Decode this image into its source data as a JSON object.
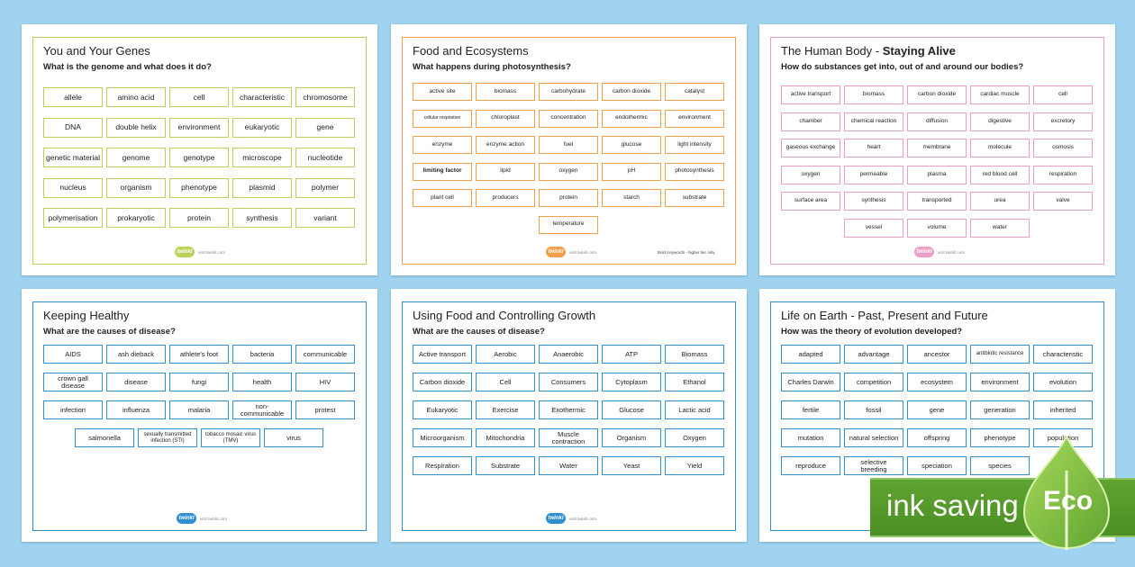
{
  "colors": {
    "background": "#9fd3ef",
    "green": "#b7d35a",
    "orange": "#f2a04b",
    "pink": "#ec9ec6",
    "blue": "#2f8fd1",
    "eco": "#5fa431"
  },
  "cards": [
    {
      "title": "You and Your Genes",
      "title_bold": "",
      "subtitle": "What is the genome and what does it do?",
      "words": [
        "allele",
        "amino acid",
        "cell",
        "characteristic",
        "chromosome",
        "DNA",
        "double helix",
        "environment",
        "eukaryotic",
        "gene",
        "genetic material",
        "genome",
        "genotype",
        "microscope",
        "nucleotide",
        "nucleus",
        "organism",
        "phenotype",
        "plasmid",
        "polymer",
        "polymerisation",
        "prokaryotic",
        "protein",
        "synthesis",
        "variant"
      ],
      "logo": "twinkl",
      "logo_url": "visit twinkl.com",
      "note": ""
    },
    {
      "title": "Food and Ecosystems",
      "title_bold": "",
      "subtitle": "What happens during photosynthesis?",
      "words": [
        "active site",
        "biomass",
        "carbohydrate",
        "carbon dioxide",
        "catalyst",
        "cellular respiration",
        "chloroplast",
        "concentration",
        "endothermic",
        "environment",
        "enzyme",
        "enzyme action",
        "fuel",
        "glucose",
        "light intensity",
        "limiting factor",
        "lipid",
        "oxygen",
        "pH",
        "photosynthesis",
        "plant cell",
        "producers",
        "protein",
        "starch",
        "substrate",
        "temperature"
      ],
      "logo": "twinkl",
      "logo_url": "visit twinkl.com",
      "note": "Bold Keywords - higher tier only"
    },
    {
      "title": "The Human Body - ",
      "title_bold": "Staying Alive",
      "subtitle": "How do substances get into, out of and around our bodies?",
      "words": [
        "active transport",
        "biomass",
        "carbon dioxide",
        "cardiac muscle",
        "cell",
        "chamber",
        "chemical reaction",
        "diffusion",
        "digestive",
        "excretory",
        "gaseous exchange",
        "heart",
        "membrane",
        "molecule",
        "osmosis",
        "oxygen",
        "permeable",
        "plasma",
        "red blood cell",
        "respiration",
        "surface area",
        "synthesis",
        "transported",
        "urea",
        "valve",
        "vessel",
        "volume",
        "water"
      ],
      "logo": "twinkl",
      "logo_url": "visit twinkl.com",
      "note": ""
    },
    {
      "title": "Keeping Healthy",
      "title_bold": "",
      "subtitle": "What are the causes of disease?",
      "words": [
        "AIDS",
        "ash dieback",
        "athlete's foot",
        "bacteria",
        "communicable",
        "crown gall disease",
        "disease",
        "fungi",
        "health",
        "HIV",
        "infection",
        "influenza",
        "malaria",
        "non-communicable",
        "protest",
        "salmonella",
        "sexually transmitted infection (STI)",
        "tobacco mosaic virus (TMV)",
        "virus"
      ],
      "logo": "twinkl",
      "logo_url": "visit twinkl.com",
      "note": ""
    },
    {
      "title": "Using Food and Controlling Growth",
      "title_bold": "",
      "subtitle": "What are the causes of disease?",
      "words": [
        "Active transport",
        "Aerobic",
        "Anaerobic",
        "ATP",
        "Biomass",
        "Carbon dioxide",
        "Cell",
        "Consumers",
        "Cytoplasm",
        "Ethanol",
        "Eukaryotic",
        "Exercise",
        "Exothermic",
        "Glucose",
        "Lactic acid",
        "Microorganism",
        "Mitochondria",
        "Muscle contraction",
        "Organism",
        "Oxygen",
        "Respiration",
        "Substrate",
        "Water",
        "Yeast",
        "Yield"
      ],
      "logo": "twinkl",
      "logo_url": "visit twinkl.com",
      "note": ""
    },
    {
      "title": "Life on Earth - Past, Present and Future",
      "title_bold": "",
      "subtitle": "How was the theory of evolution developed?",
      "words": [
        "adapted",
        "advantage",
        "ancestor",
        "antibiotic resistance",
        "characteristic",
        "Charles Darwin",
        "competition",
        "ecosystem",
        "environment",
        "evolution",
        "fertile",
        "fossil",
        "gene",
        "generation",
        "inherited",
        "mutation",
        "natural selection",
        "offspring",
        "phenotype",
        "population",
        "reproduce",
        "selective breeding",
        "speciation",
        "species",
        ""
      ],
      "logo": "",
      "logo_url": "",
      "note": ""
    }
  ],
  "eco_badge": {
    "text": "ink saving",
    "label": "Eco"
  }
}
